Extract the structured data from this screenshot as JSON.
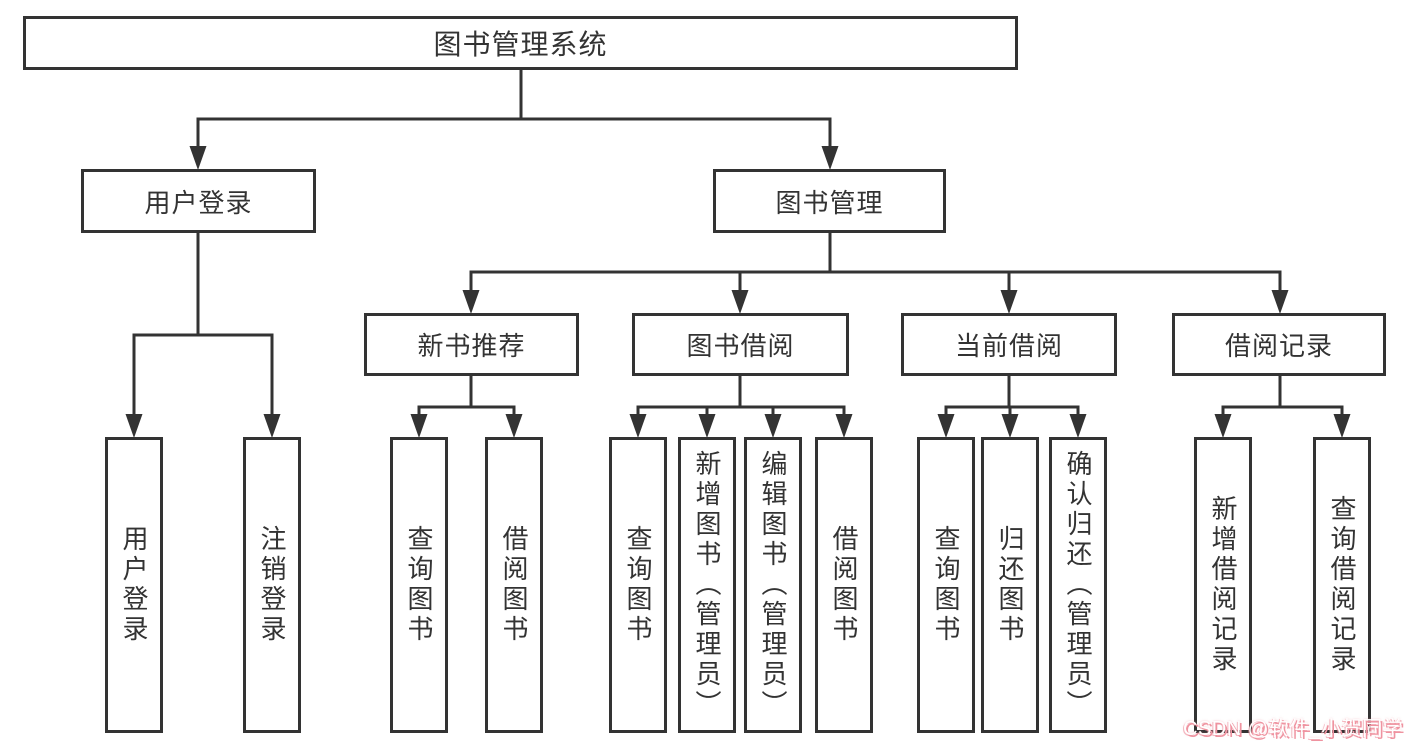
{
  "diagram": {
    "root": {
      "label": "图书管理系统"
    },
    "branches": [
      {
        "label": "用户登录",
        "children": [
          {
            "label": "用户登录"
          },
          {
            "label": "注销登录"
          }
        ]
      },
      {
        "label": "图书管理",
        "children": [
          {
            "label": "新书推荐",
            "children": [
              {
                "label": "查询图书"
              },
              {
                "label": "借阅图书"
              }
            ]
          },
          {
            "label": "图书借阅",
            "children": [
              {
                "label": "查询图书"
              },
              {
                "label": "新增图书（管理员）"
              },
              {
                "label": "编辑图书（管理员）"
              },
              {
                "label": "借阅图书"
              }
            ]
          },
          {
            "label": "当前借阅",
            "children": [
              {
                "label": "查询图书"
              },
              {
                "label": "归还图书"
              },
              {
                "label": "确认归还（管理员）"
              }
            ]
          },
          {
            "label": "借阅记录",
            "children": [
              {
                "label": "新增借阅记录"
              },
              {
                "label": "查询借阅记录"
              }
            ]
          }
        ]
      }
    ]
  },
  "colors": {
    "line": "#333333",
    "box_border": "#333333",
    "box_fill": "#ffffff",
    "text": "#333333",
    "background": "#ffffff",
    "watermark_text": "#ffffff",
    "watermark_shadow": "#ef93a0"
  },
  "watermark": {
    "text": "CSDN @软件_小贺同学"
  }
}
